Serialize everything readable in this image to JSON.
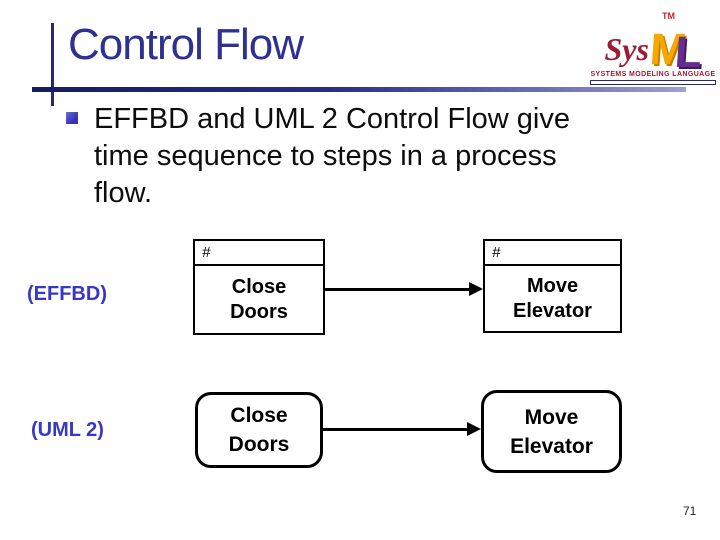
{
  "slide": {
    "title": "Control Flow",
    "page_number": "71"
  },
  "colors": {
    "title": "#2E3191",
    "accent": "#28286E",
    "label": "#3737C8",
    "bullet": "#3333B3",
    "logo-red": "#9E1B32",
    "logo-orange": "#F5A800",
    "logo-purple": "#662D91",
    "tm-red": "#CC2229"
  },
  "logo": {
    "sys": "Sys",
    "m": "M",
    "l": "L",
    "tm": "TM",
    "tagline": "SYSTEMS MODELING LANGUAGE"
  },
  "bullet": {
    "text": "EFFBD and UML 2 Control Flow give time sequence to steps in a process flow."
  },
  "effbd": {
    "label": "(EFFBD)",
    "boxes": [
      {
        "header": "#",
        "text": "Close\nDoors"
      },
      {
        "header": "#",
        "text": "Move\nElevator"
      }
    ]
  },
  "uml": {
    "label": "(UML 2)",
    "boxes": [
      {
        "text": "Close\nDoors"
      },
      {
        "text": "Move\nElevator"
      }
    ]
  }
}
